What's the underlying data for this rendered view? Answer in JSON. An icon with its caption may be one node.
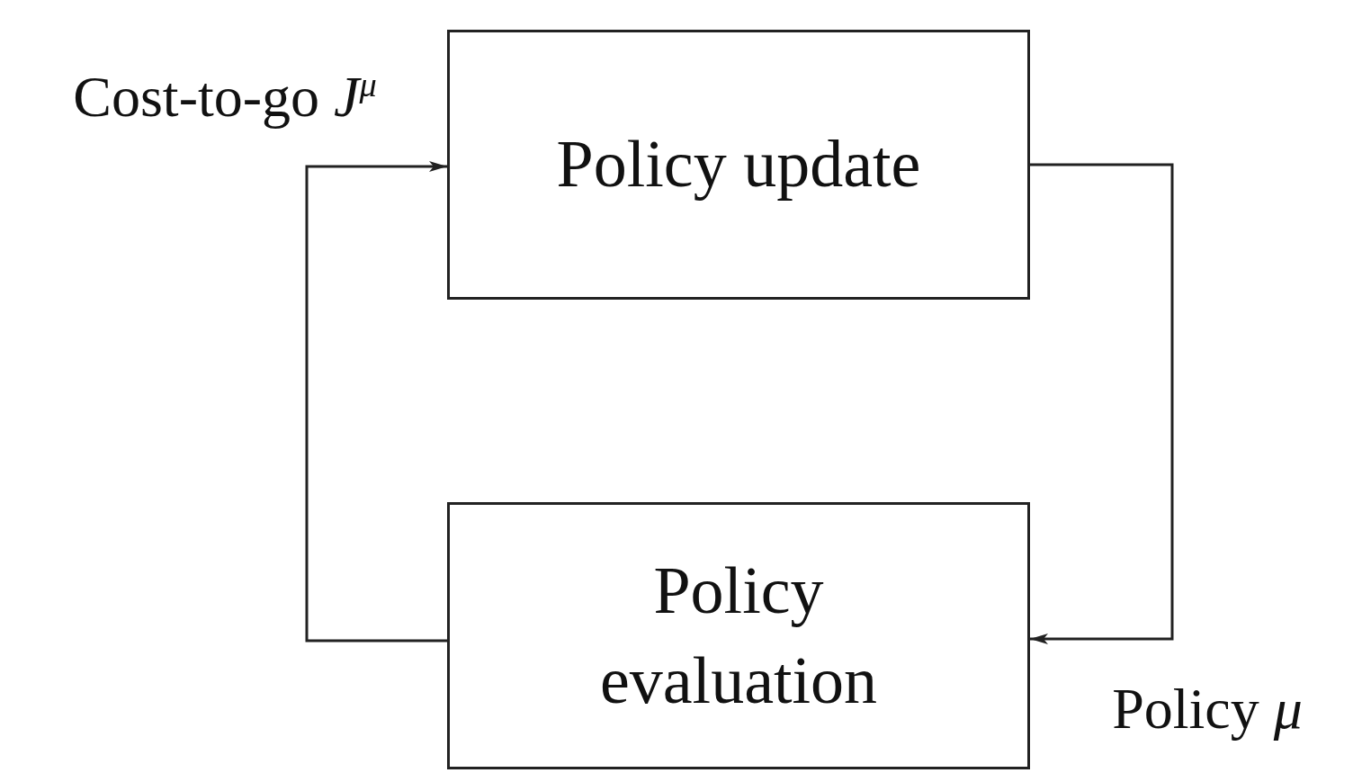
{
  "diagram": {
    "nodes": [
      {
        "text": [
          "Policy update"
        ]
      },
      {
        "text": [
          "Policy evaluation"
        ]
      }
    ],
    "edges": [
      {
        "from": 1,
        "to": 0,
        "arrow": "to",
        "label": "Cost-to-go *J*$^{μ}$"
      },
      {
        "from": 0,
        "to": 1,
        "arrow": "to",
        "label": "Policy *μ*"
      }
    ]
  }
}
